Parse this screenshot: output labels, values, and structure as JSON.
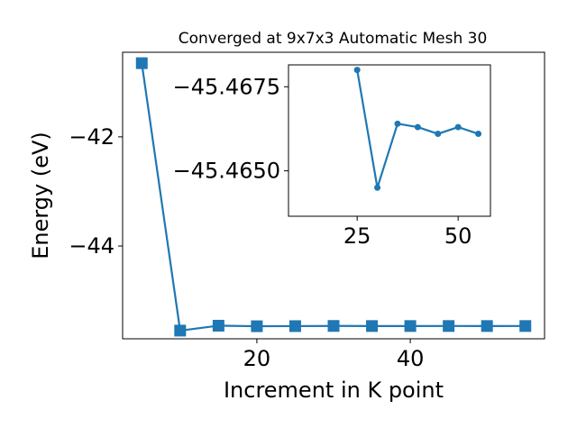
{
  "chart_data": [
    {
      "type": "line",
      "title": "Converged at 9x7x3 Automatic Mesh 30",
      "xlabel": "Increment in K point",
      "ylabel": "Energy (eV)",
      "x": [
        5,
        10,
        15,
        20,
        25,
        30,
        35,
        40,
        45,
        50,
        55
      ],
      "series": [
        {
          "values": [
            -40.65,
            -45.55,
            -45.46,
            -45.47,
            -45.468,
            -45.4645,
            -45.4664,
            -45.4663,
            -45.4661,
            -45.4663,
            -45.4661
          ]
        }
      ],
      "xlim": [
        2.5,
        57.5
      ],
      "ylim": [
        -45.7,
        -40.45
      ],
      "xticks": [
        20,
        40
      ],
      "yticks": [
        -42,
        -44
      ],
      "xtick_labels": [
        "20",
        "40"
      ],
      "ytick_labels": [
        "−42",
        "−44"
      ],
      "grid": false,
      "marker": "square",
      "color": "#1f77b4"
    },
    {
      "type": "line",
      "title": "",
      "xlabel": "",
      "ylabel": "",
      "x": [
        25,
        30,
        35,
        40,
        45,
        50,
        55
      ],
      "series": [
        {
          "values": [
            -45.468,
            -45.4645,
            -45.4664,
            -45.4663,
            -45.4661,
            -45.4663,
            -45.4661
          ]
        }
      ],
      "xlim": [
        8,
        58
      ],
      "ylim": [
        -45.46365,
        -45.46815
      ],
      "xticks": [
        25,
        50
      ],
      "yticks": [
        -45.4675,
        -45.465
      ],
      "xtick_labels": [
        "25",
        "50"
      ],
      "ytick_labels": [
        "−45.4675",
        "−45.4650"
      ],
      "grid": false,
      "marker": "circle",
      "color": "#1f77b4"
    }
  ]
}
